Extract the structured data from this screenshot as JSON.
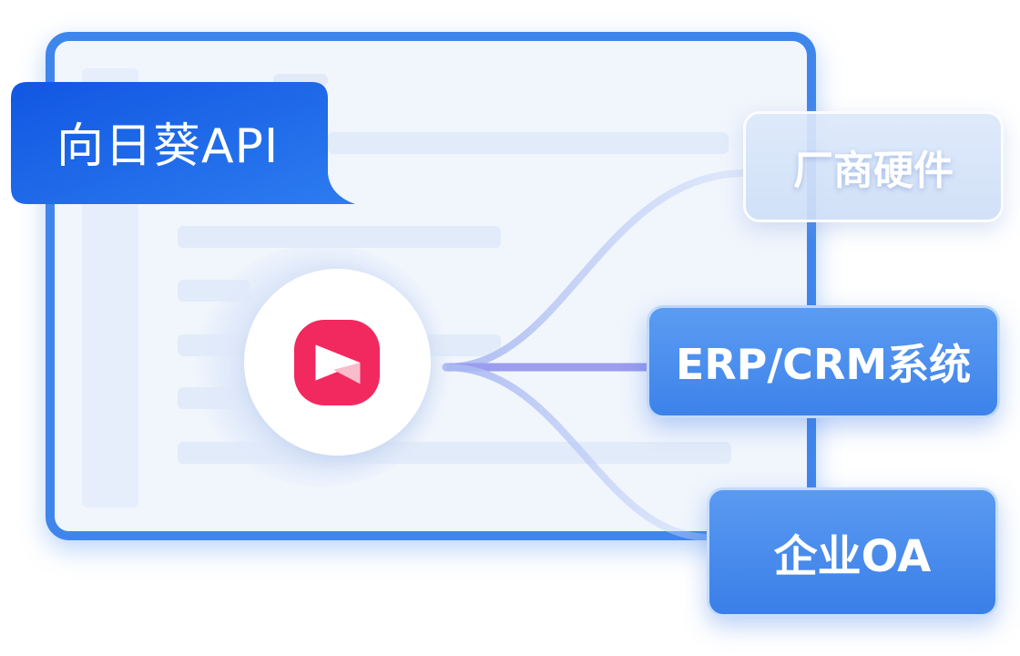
{
  "api_label": {
    "text": "向日葵API"
  },
  "integrations": [
    {
      "label": "厂商硬件"
    },
    {
      "label": "ERP/CRM系统"
    },
    {
      "label": "企业OA"
    }
  ],
  "colors": {
    "window_border": "#3f86ec",
    "label_blue": "#1a64e6",
    "card_blue": "#4a8ff0",
    "logo_pink": "#f2295f",
    "connector": "#a9b8f2"
  },
  "icons": {
    "logo": "sunlogin-logo-icon"
  }
}
